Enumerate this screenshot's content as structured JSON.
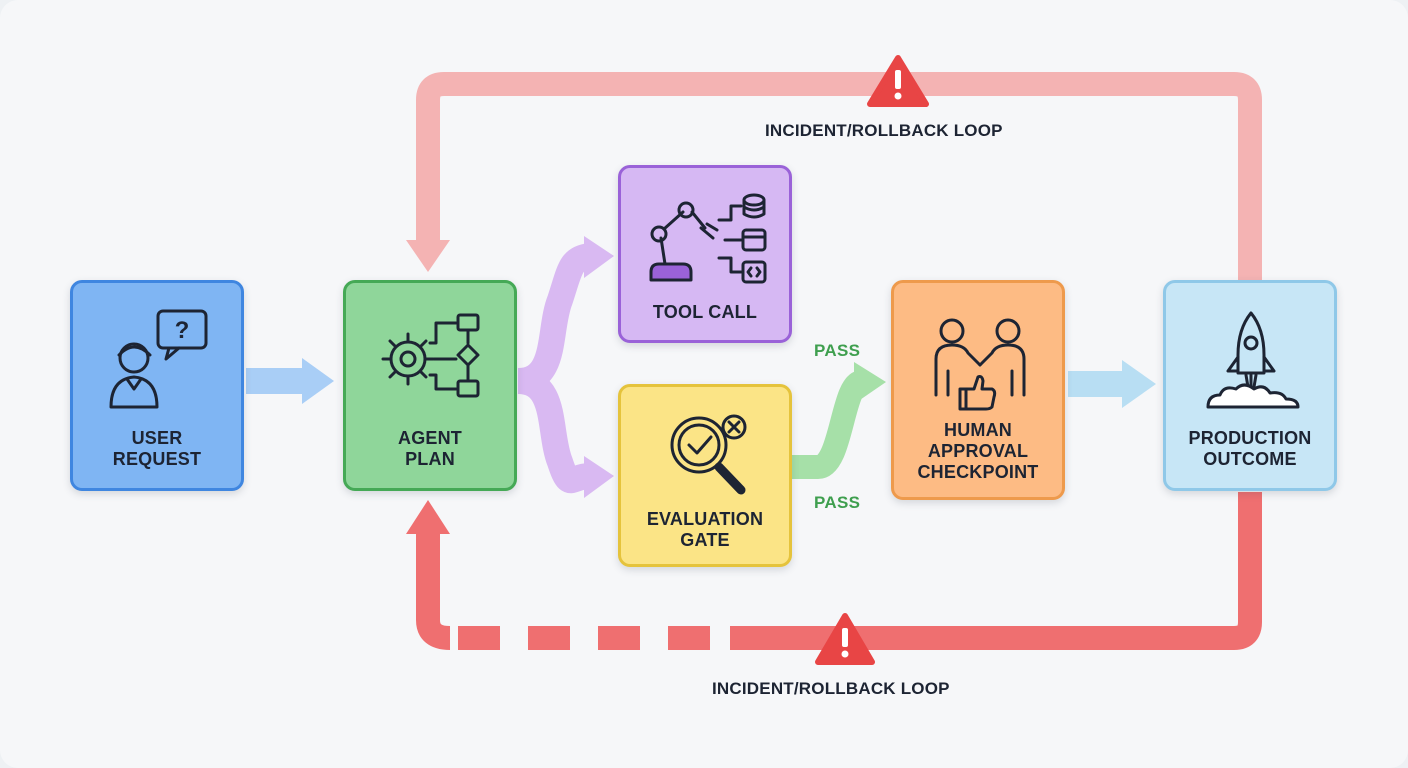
{
  "nodes": {
    "user_request": {
      "line1": "USER",
      "line2": "REQUEST",
      "fill": "#7fb5f3",
      "border": "#3f86e0"
    },
    "agent_plan": {
      "line1": "AGENT",
      "line2": "PLAN",
      "fill": "#8fd69a",
      "border": "#45a956"
    },
    "tool_call": {
      "line1": "TOOL CALL",
      "fill": "#d6b8f3",
      "border": "#9a62d8"
    },
    "evaluation_gate": {
      "line1": "EVALUATION",
      "line2": "GATE",
      "fill": "#fbe486",
      "border": "#e5c33c"
    },
    "human_approval": {
      "line1": "HUMAN",
      "line2": "APPROVAL",
      "line3": "CHECKPOINT",
      "fill": "#fdbb84",
      "border": "#ee9a4c"
    },
    "production_outcome": {
      "line1": "PRODUCTION",
      "line2": "OUTCOME",
      "fill": "#c7e6f6",
      "border": "#8fc8e8"
    }
  },
  "edges": {
    "pass_top": "PASS",
    "pass_bottom": "PASS",
    "loop_top": "INCIDENT/ROLLBACK LOOP",
    "loop_bottom": "INCIDENT/ROLLBACK LOOP"
  },
  "colors": {
    "blue_arrow": "#a9cef6",
    "purple_arrow": "#d9b9f2",
    "green_arrow": "#a6e0a8",
    "cyan_arrow": "#b8def3",
    "loop_top": "#f4b3b3",
    "loop_bottom": "#ef6f70",
    "warning": "#e84545"
  }
}
